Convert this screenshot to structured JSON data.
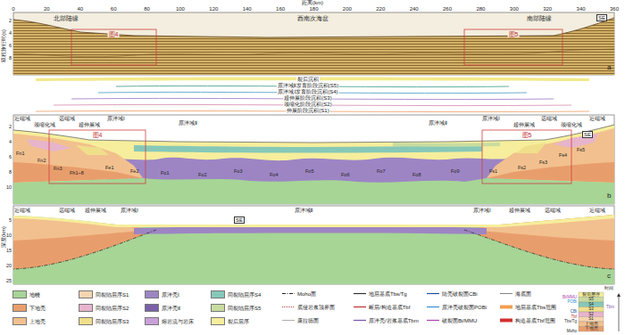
{
  "diagram": {
    "labels": [
      "距离(km)",
      "0",
      "20",
      "40",
      "60",
      "80",
      "100",
      "120",
      "140",
      "160",
      "180",
      "200",
      "220",
      "240",
      "260",
      "280",
      "300",
      "320",
      "340",
      "360",
      "双程旅行时(s)",
      "2",
      "4",
      "6",
      "8",
      "北部陆缘",
      "西南次海盆",
      "南部陆缘",
      "SE",
      "图4",
      "图5",
      "a",
      "裂后沉积",
      "原洋域Ⅱ发育阶段沉积(S5)",
      "原洋域Ⅰ发育阶段沉积(S4)",
      "超伸展阶段沉积(S3)",
      "颈缩化阶段沉积(S2)",
      "伸展阶段沉积(S1)",
      "近端域",
      "颈缩化域",
      "远端域",
      "超伸展域",
      "原洋域Ⅰ",
      "原洋域Ⅱ",
      "原洋域Ⅱ",
      "原洋域Ⅰ",
      "超伸展域",
      "远端域",
      "颈缩化域",
      "近端域",
      "SE",
      "2",
      "4",
      "6",
      "8",
      "10",
      "b",
      "图4",
      "图5",
      "Fn1",
      "Fn2",
      "Fn3",
      "Fh1~8",
      "Fe1",
      "Fe2",
      "Fo1",
      "Fo2",
      "Fo3",
      "Fo4",
      "Fo5",
      "Fo6",
      "Fo7",
      "Fo8",
      "Fo9",
      "Fs1",
      "Fs2",
      "Fs3",
      "Fs4",
      "Fs5",
      "深度(km)",
      "5",
      "10",
      "15",
      "20",
      "25",
      "近端域",
      "远端域",
      "超伸展域",
      "原洋域Ⅰ",
      "原洋域Ⅱ",
      "原洋域Ⅰ",
      "超伸展域",
      "远端域",
      "近端域",
      "SE",
      "c",
      "时间",
      "裂后层序",
      "S5",
      "S4",
      "S3",
      "S2",
      "S1",
      "上地壳",
      "下地壳",
      "Bi/MMU",
      "POBi",
      "CBi",
      "Tbf",
      "Tbs/Tg",
      "Moho",
      "Tbm"
    ],
    "legend": [
      {
        "text": "地幔",
        "color": "#a6d596"
      },
      {
        "text": "下地壳",
        "color": "#e89e6c"
      },
      {
        "text": "上地壳",
        "color": "#f2c08e"
      },
      {
        "text": "同裂陷层序S1",
        "color": "#f5d5b0"
      },
      {
        "text": "同裂陷层序S2",
        "color": "#e7b4cc"
      },
      {
        "text": "同裂陷层序S3",
        "color": "#f0df8a"
      },
      {
        "text": "原洋壳Ⅰ",
        "color": "#9d85c4"
      },
      {
        "text": "原洋壳Ⅱ",
        "color": "#7a60a8"
      },
      {
        "text": "熔岩流与岩床",
        "color": "#c9a0d8"
      },
      {
        "text": "同裂陷层序S4",
        "color": "#86c8b8"
      },
      {
        "text": "同裂陷层序S5",
        "color": "#c8dca0"
      },
      {
        "text": "裂后层序",
        "color": "#f6ee9c"
      },
      {
        "text": "Moho面"
      },
      {
        "text": "底侵岩浆顶界面"
      },
      {
        "text": "康拉德面"
      },
      {
        "text": "地层基底Tbs/Tg"
      },
      {
        "text": "断层/构造基底Tbf"
      },
      {
        "text": "原洋壳/岩浆基底Tbm"
      },
      {
        "text": "陆壳破裂面CBi"
      },
      {
        "text": "原洋壳破裂面POBi"
      },
      {
        "text": "破裂面Bi/MMU"
      },
      {
        "text": "海底面"
      },
      {
        "text": "地层基底Tbs范围"
      },
      {
        "text": "构造基底Tbf范围"
      }
    ]
  }
}
